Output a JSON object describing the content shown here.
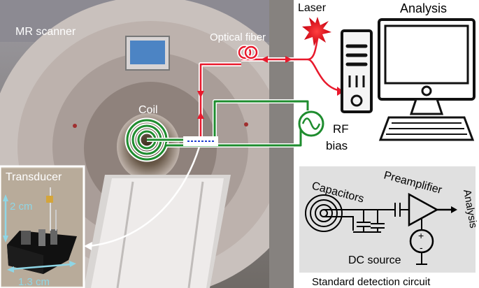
{
  "scene": {
    "scanner_label": "MR scanner",
    "coil_label": "Coil",
    "optical_fiber_label": "Optical fiber",
    "laser_label": "Laser",
    "analysis_label": "Analysis",
    "rf_bias_line1": "RF",
    "rf_bias_line2": "bias"
  },
  "transducer_inset": {
    "title": "Transducer",
    "height_label": "2 cm",
    "width_label": "1.3 cm"
  },
  "circuit_inset": {
    "capacitors_label": "Capacitors",
    "preamplifier_label": "Preamplifier",
    "analysis_label": "Analysis",
    "dc_source_label": "DC source",
    "plus_sign": "+",
    "minus_sign": "-",
    "caption": "Standard detection circuit"
  },
  "colors": {
    "optical_path": "#e8192c",
    "rf_path": "#1e8c2e",
    "inset_bg": "#e0e0e0",
    "circuit_stroke": "#000000",
    "dimension_arrow": "#8fd6e6"
  }
}
